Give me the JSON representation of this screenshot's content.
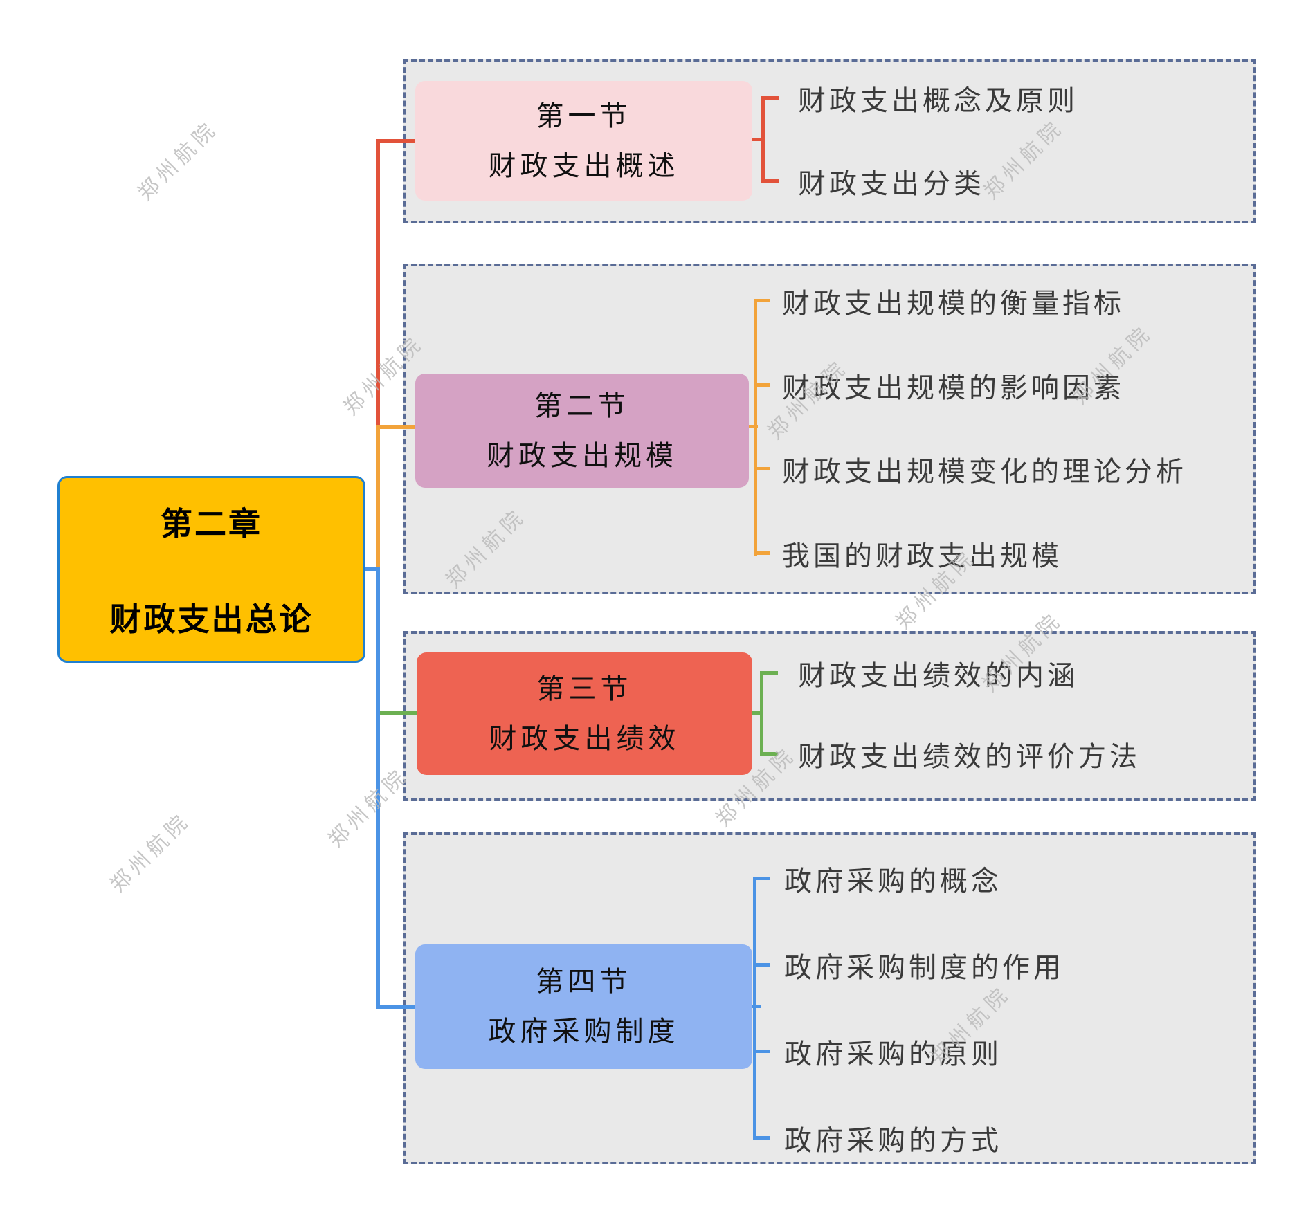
{
  "watermark": {
    "text": "郑州航院"
  },
  "root": {
    "line1": "第二章",
    "line2": "财政支出总论"
  },
  "groups": [
    {
      "section": {
        "line1": "第一节",
        "line2": "财政支出概述"
      },
      "branch_color": "#E2523A",
      "node_color": "#F9D9DC",
      "items": [
        "财政支出概念及原则",
        "财政支出分类"
      ]
    },
    {
      "section": {
        "line1": "第二节",
        "line2": "财政支出规模"
      },
      "branch_color": "#F2A33A",
      "node_color": "#D5A2C4",
      "items": [
        "财政支出规模的衡量指标",
        "财政支出规模的影响因素",
        "财政支出规模变化的理论分析",
        "我国的财政支出规模"
      ]
    },
    {
      "section": {
        "line1": "第三节",
        "line2": "财政支出绩效"
      },
      "branch_color": "#6CB052",
      "node_color": "#EE6352",
      "items": [
        "财政支出绩效的内涵",
        "财政支出绩效的评价方法"
      ]
    },
    {
      "section": {
        "line1": "第四节",
        "line2": "政府采购制度"
      },
      "branch_color": "#4B93E5",
      "node_color": "#8FB3F2",
      "items": [
        "政府采购的概念",
        "政府采购制度的作用",
        "政府采购的原则",
        "政府采购的方式"
      ]
    }
  ],
  "colors": {
    "root_fill": "#FFC000",
    "root_border": "#2080D0",
    "group_fill": "#E9E9E9",
    "group_border": "#5A6C96",
    "watermark": "#b9b9b9"
  }
}
